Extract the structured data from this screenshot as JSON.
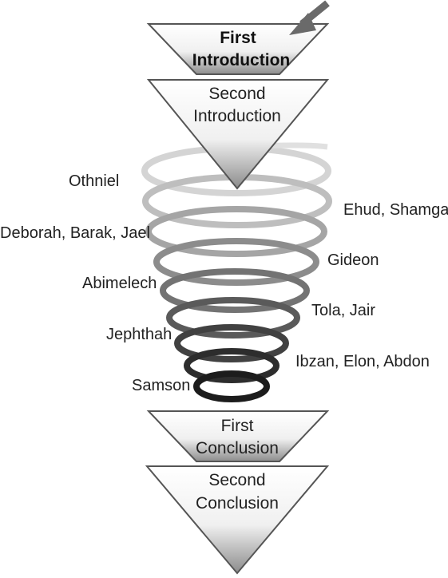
{
  "triangles": {
    "first_introduction": [
      "First",
      "Introduction"
    ],
    "second_introduction": [
      "Second",
      "Introduction"
    ],
    "first_conclusion": [
      "First",
      "Conclusion"
    ],
    "second_conclusion": [
      "Second",
      "Conclusion"
    ]
  },
  "judges": {
    "othniel": "Othniel",
    "ehud_shamgar": "Ehud, Shamgar",
    "deborah_barak_jael": "Deborah, Barak, Jael",
    "gideon": "Gideon",
    "abimelech": "Abimelech",
    "tola_jair": "Tola, Jair",
    "jephthah": "Jephthah",
    "ibzan_elon_abdon": "Ibzan, Elon, Abdon",
    "samson": "Samson"
  },
  "colors": {
    "spiral_top": "#d4d4d4",
    "spiral_bottom": "#1a1a1a",
    "triangle_stroke": "#555555",
    "arrow": "#6a6a6a",
    "text": "#222222"
  }
}
